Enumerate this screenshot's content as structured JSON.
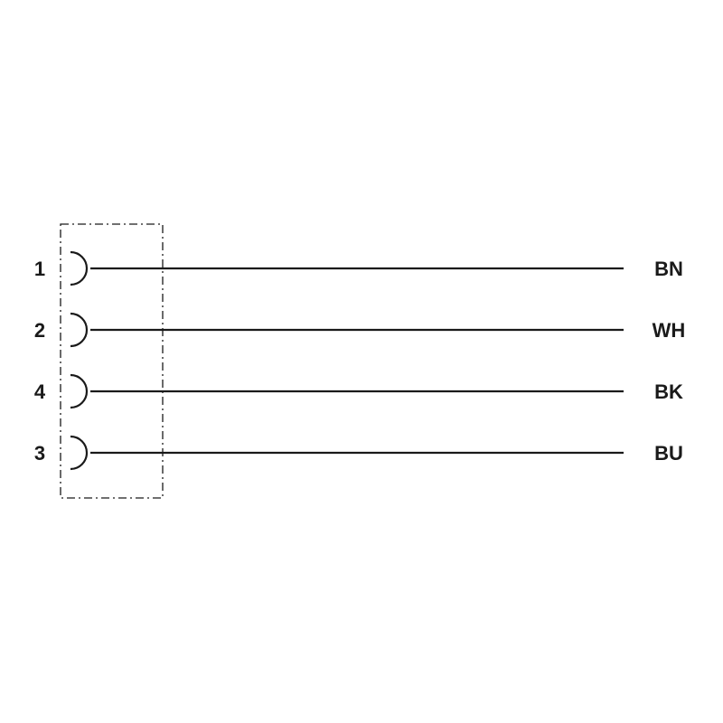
{
  "colors": {
    "line": "#1a1a1a",
    "background": "#ffffff"
  },
  "wires": [
    {
      "pin": "1",
      "color_code": "BN"
    },
    {
      "pin": "2",
      "color_code": "WH"
    },
    {
      "pin": "4",
      "color_code": "BK"
    },
    {
      "pin": "3",
      "color_code": "BU"
    }
  ]
}
